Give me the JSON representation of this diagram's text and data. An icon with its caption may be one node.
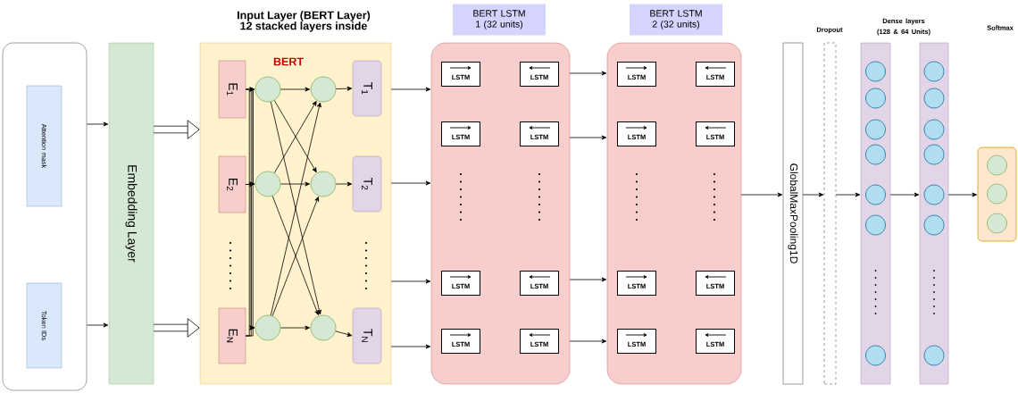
{
  "diagram": {
    "nodes": [
      {
        "text": [],
        "shape": "box"
      },
      {
        "text": [
          "Attention mask"
        ],
        "in": 0
      },
      {
        "text": [
          "Token IDs"
        ],
        "in": 0
      },
      {
        "text": [
          "Embedding Layer"
        ]
      },
      {
        "text": [
          "Input Layer (BERT Layer) 12 stacked layers inside",
          "BERT"
        ]
      },
      {
        "text": [
          "E$_{1}$"
        ],
        "in": 4
      },
      {
        "text": [
          "E$_{2}$"
        ],
        "in": 4
      },
      {
        "text": [
          "E$_{N}$"
        ],
        "in": 4
      },
      {
        "text": [],
        "shape": "circle",
        "in": 4
      },
      {
        "text": [],
        "shape": "circle",
        "in": 4
      },
      {
        "text": [],
        "shape": "circle",
        "in": 4
      },
      {
        "text": [],
        "shape": "circle",
        "in": 4
      },
      {
        "text": [],
        "shape": "circle",
        "in": 4
      },
      {
        "text": [],
        "shape": "circle",
        "in": 4
      },
      {
        "text": [
          "T$_{1}$"
        ],
        "in": 4
      },
      {
        "text": [
          "T$_{2}$"
        ],
        "in": 4
      },
      {
        "text": [
          "T$_{N}$"
        ],
        "in": 4
      },
      {
        "text": [
          "BERT LSTM 1 (32 units)"
        ]
      },
      {
        "text": [
          "LSTM"
        ],
        "in": 17
      },
      {
        "text": [
          "LSTM"
        ],
        "in": 17
      },
      {
        "text": [
          "LSTM"
        ],
        "in": 17
      },
      {
        "text": [
          "LSTM"
        ],
        "in": 17
      },
      {
        "text": [
          "LSTM"
        ],
        "in": 17
      },
      {
        "text": [
          "LSTM"
        ],
        "in": 17
      },
      {
        "text": [
          "LSTM"
        ],
        "in": 17
      },
      {
        "text": [
          "LSTM"
        ],
        "in": 17
      },
      {
        "text": [
          "BERT LSTM 2 (32 units)"
        ]
      },
      {
        "text": [
          "LSTM"
        ],
        "in": 26
      },
      {
        "text": [
          "LSTM"
        ],
        "in": 26
      },
      {
        "text": [
          "LSTM"
        ],
        "in": 26
      },
      {
        "text": [
          "LSTM"
        ],
        "in": 26
      },
      {
        "text": [
          "LSTM"
        ],
        "in": 26
      },
      {
        "text": [
          "LSTM"
        ],
        "in": 26
      },
      {
        "text": [
          "LSTM"
        ],
        "in": 26
      },
      {
        "text": [
          "LSTM"
        ],
        "in": 26
      },
      {
        "text": [
          "GlobalMaxPooling1D"
        ]
      },
      {
        "text": [
          "Dropout"
        ]
      },
      {
        "text": [],
        "shape": "bar"
      },
      {
        "text": [],
        "shape": "bar"
      },
      {
        "text": [],
        "shape": "box"
      }
    ],
    "edges": [
      {
        "from": 0,
        "to": 3,
        "arrow": "to"
      },
      {
        "from": 0,
        "to": 3,
        "arrow": "to"
      },
      {
        "from": 3,
        "to": 4,
        "arrow": "to",
        "style": "thick"
      },
      {
        "from": 3,
        "to": 4,
        "arrow": "to",
        "style": "thick"
      },
      {
        "from": 5,
        "to": 8,
        "arrow": "to"
      },
      {
        "from": 5,
        "to": 9,
        "arrow": "to"
      },
      {
        "from": 5,
        "to": 10,
        "arrow": "to"
      },
      {
        "from": 6,
        "to": 8,
        "arrow": "to"
      },
      {
        "from": 6,
        "to": 9,
        "arrow": "to"
      },
      {
        "from": 6,
        "to": 10,
        "arrow": "to"
      },
      {
        "from": 7,
        "to": 8,
        "arrow": "to"
      },
      {
        "from": 7,
        "to": 9,
        "arrow": "to"
      },
      {
        "from": 7,
        "to": 10,
        "arrow": "to"
      },
      {
        "from": 8,
        "to": 11,
        "arrow": "to"
      },
      {
        "from": 8,
        "to": 12,
        "arrow": "to"
      },
      {
        "from": 8,
        "to": 13,
        "arrow": "to"
      },
      {
        "from": 9,
        "to": 11,
        "arrow": "to"
      },
      {
        "from": 9,
        "to": 12,
        "arrow": "to"
      },
      {
        "from": 9,
        "to": 13,
        "arrow": "to"
      },
      {
        "from": 10,
        "to": 11,
        "arrow": "to"
      },
      {
        "from": 10,
        "to": 12,
        "arrow": "to"
      },
      {
        "from": 10,
        "to": 13,
        "arrow": "to"
      },
      {
        "from": 11,
        "to": 14,
        "arrow": "to"
      },
      {
        "from": 12,
        "to": 15,
        "arrow": "to"
      },
      {
        "from": 13,
        "to": 16,
        "arrow": "to"
      },
      {
        "from": 4,
        "to": 17,
        "arrow": "to"
      },
      {
        "from": 4,
        "to": 17,
        "arrow": "to"
      },
      {
        "from": 4,
        "to": 17,
        "arrow": "to"
      },
      {
        "from": 4,
        "to": 17,
        "arrow": "to"
      },
      {
        "from": 17,
        "to": 26,
        "arrow": "to"
      },
      {
        "from": 17,
        "to": 26,
        "arrow": "to"
      },
      {
        "from": 17,
        "to": 26,
        "arrow": "to"
      },
      {
        "from": 17,
        "to": 26,
        "arrow": "to"
      },
      {
        "from": 26,
        "to": 35,
        "arrow": "to"
      },
      {
        "from": 35,
        "to": 36,
        "arrow": "to"
      },
      {
        "from": 36,
        "to": 37,
        "arrow": "to"
      },
      {
        "from": 37,
        "to": 38,
        "arrow": "to"
      },
      {
        "from": 38,
        "to": 39,
        "arrow": "to"
      }
    ],
    "labels": [
      "Dense layers (128 & 64 Units)",
      "Softmax"
    ]
  }
}
